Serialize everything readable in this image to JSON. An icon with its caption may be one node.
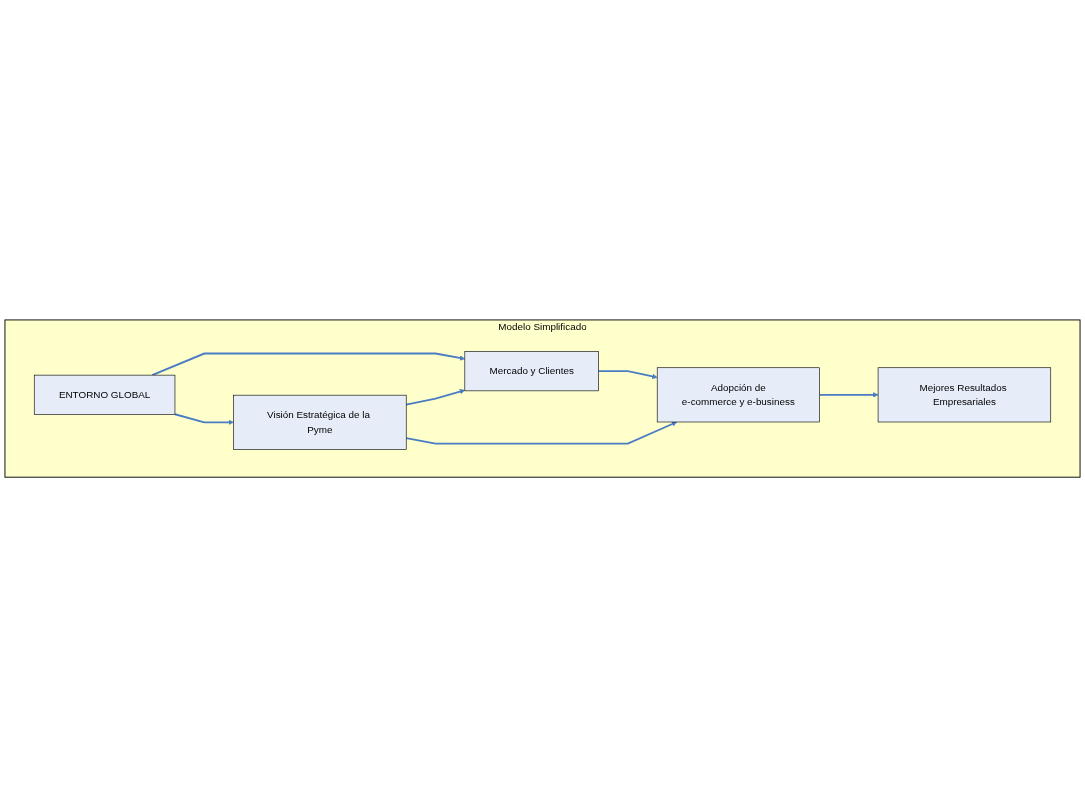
{
  "diagram": {
    "nodes": [
      {
        "text": [
          "Modelo Simplificado"
        ]
      },
      {
        "text": [
          "ENTORNO GLOBAL"
        ],
        "in": 0
      },
      {
        "text": [
          "Mercado y Clientes"
        ],
        "in": 0
      },
      {
        "text": [
          "Adopción de",
          "e-commerce y e-business"
        ],
        "in": 0
      },
      {
        "text": [
          "Mejores Resultados Empresariales"
        ],
        "in": 0
      },
      {
        "text": [
          "Visión Estratégica de la Pyme"
        ],
        "in": 0
      }
    ],
    "edges": [
      {
        "from": 1,
        "to": 2,
        "arrow": "to"
      },
      {
        "from": 1,
        "to": 5,
        "arrow": "to"
      },
      {
        "from": 2,
        "to": 3,
        "arrow": "to"
      },
      {
        "from": 3,
        "to": 4,
        "arrow": "to"
      },
      {
        "from": 5,
        "to": 3,
        "arrow": "to"
      },
      {
        "from": 5,
        "to": 2,
        "arrow": "to"
      }
    ]
  }
}
